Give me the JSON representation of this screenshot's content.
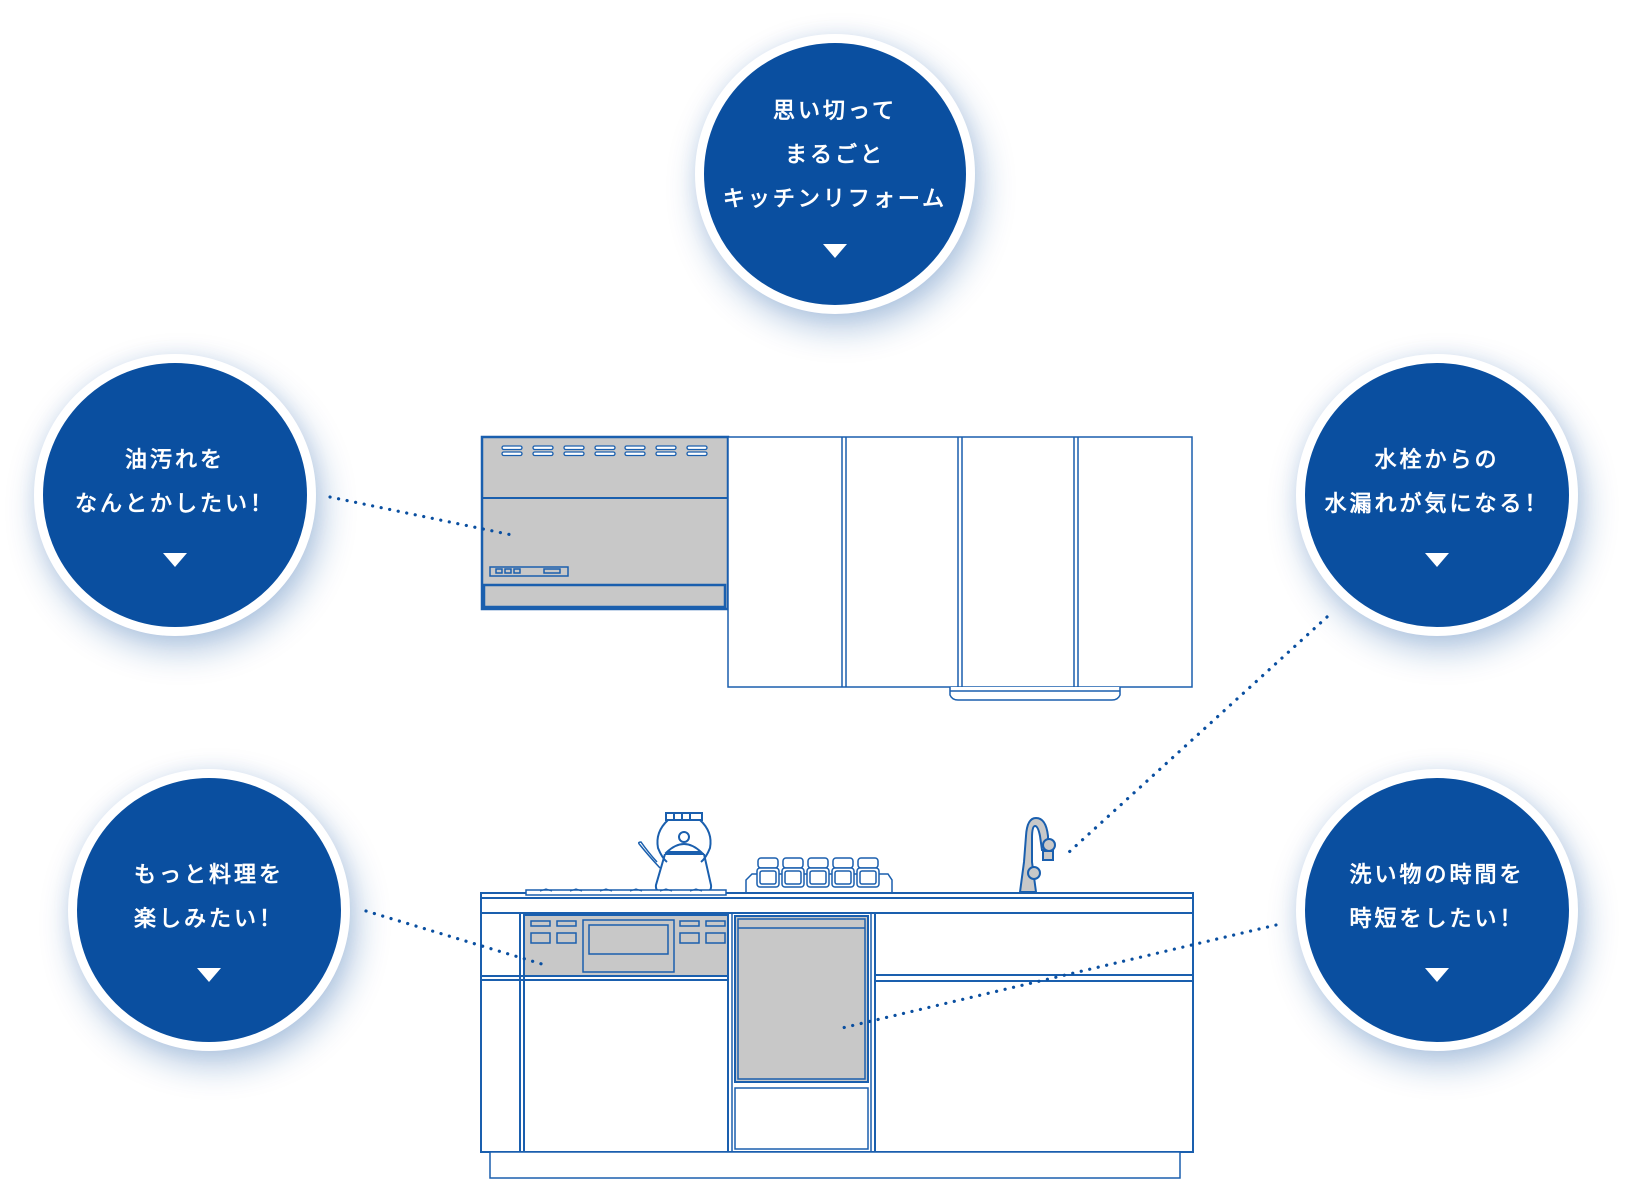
{
  "colors": {
    "bubble_fill": "#0a4fa0",
    "line_stroke": "#1a5fae",
    "panel_gray": "#c8c8c8",
    "dot_line": "#0a4fa0"
  },
  "bubbles": [
    {
      "id": "full-reform",
      "lines": [
        "思い切って",
        "まるごと",
        "キッチンリフォーム"
      ],
      "arrow_icon": "triangle-down"
    },
    {
      "id": "range-hood",
      "lines": [
        "油汚れを",
        "なんとかしたい！"
      ],
      "arrow_icon": "triangle-down"
    },
    {
      "id": "faucet",
      "lines": [
        "水栓からの",
        "水漏れが気になる！"
      ],
      "arrow_icon": "triangle-down"
    },
    {
      "id": "cooktop",
      "lines": [
        "もっと料理を",
        "楽しみたい！"
      ],
      "arrow_icon": "triangle-down"
    },
    {
      "id": "dishwasher",
      "lines": [
        "洗い物の時間を",
        "時短をしたい！"
      ],
      "arrow_icon": "triangle-down"
    }
  ],
  "illustration": {
    "items": [
      "range-hood",
      "wall-cabinets",
      "kettle",
      "spice-rack",
      "faucet",
      "cooktop-control-panel",
      "dishwasher",
      "base-cabinets"
    ]
  }
}
